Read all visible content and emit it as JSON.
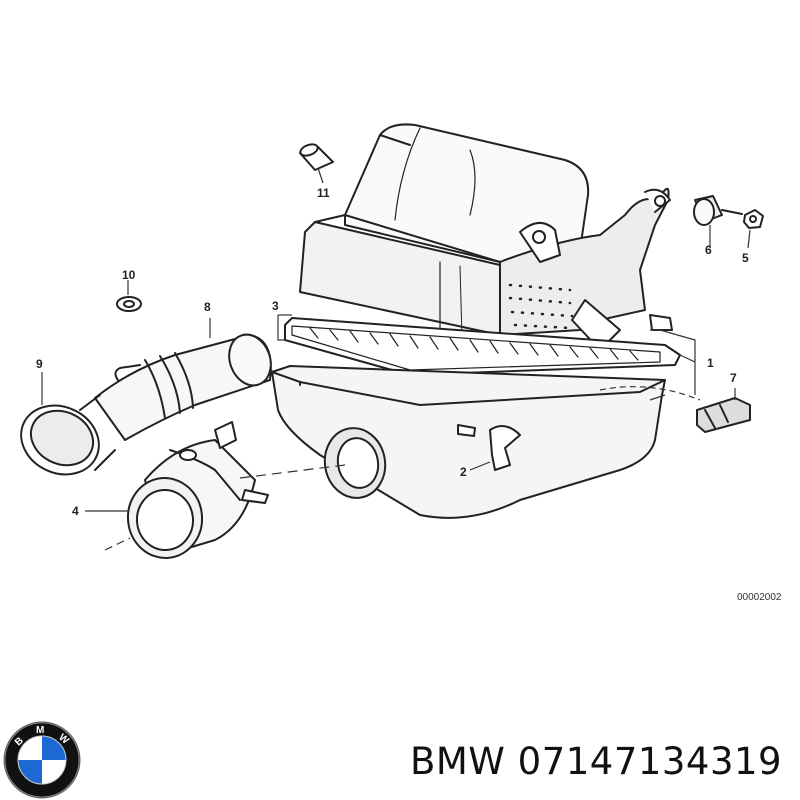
{
  "callouts": [
    {
      "id": "c1",
      "label": "1"
    },
    {
      "id": "c2",
      "label": "2"
    },
    {
      "id": "c3",
      "label": "3"
    },
    {
      "id": "c4",
      "label": "4"
    },
    {
      "id": "c5",
      "label": "5"
    },
    {
      "id": "c6",
      "label": "6"
    },
    {
      "id": "c7",
      "label": "7"
    },
    {
      "id": "c8",
      "label": "8"
    },
    {
      "id": "c9",
      "label": "9"
    },
    {
      "id": "c10",
      "label": "10"
    },
    {
      "id": "c11",
      "label": "11"
    }
  ],
  "reference_code": "00002002",
  "part_title": "BMW 07147134319",
  "logo": {
    "text": "BMW",
    "colors": {
      "blue": "#1c69d4",
      "white": "#ffffff",
      "ring": "#111111"
    }
  }
}
